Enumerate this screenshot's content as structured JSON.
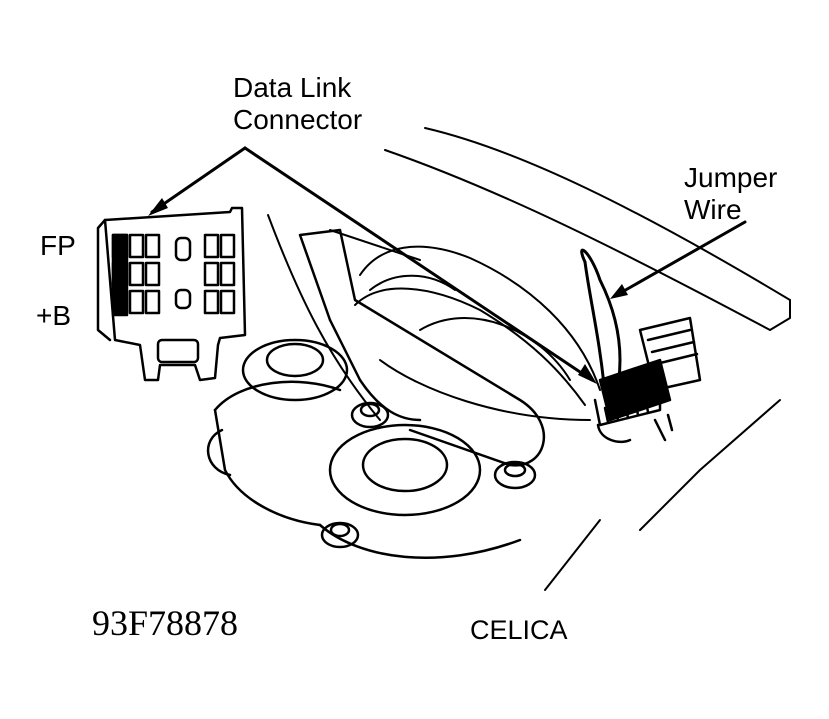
{
  "labels": {
    "data_link_line1": "Data Link",
    "data_link_line2": "Connector",
    "jumper_line1": "Jumper",
    "jumper_line2": "Wire",
    "fp": "FP",
    "plus_b": "+B",
    "model": "CELICA",
    "figure_code": "93F78878"
  },
  "colors": {
    "ink": "#000000",
    "paper": "#ffffff"
  }
}
